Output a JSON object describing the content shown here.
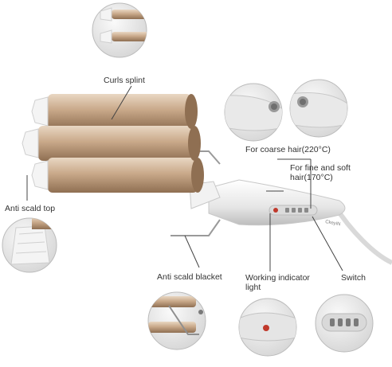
{
  "labels": {
    "curls_splint": "Curls splint",
    "anti_scald_top": "Anti scald top",
    "anti_scald_blacket": "Anti scald blacket",
    "coarse_hair": "For coarse hair(220°C)",
    "fine_hair": "For fine and soft hair(170°C)",
    "working_indicator": "Working indicator light",
    "switch": "Switch"
  },
  "brand_logo_text": "CkeyiN",
  "colors": {
    "barrel": "#c9a98a",
    "barrel_dark": "#9e7c5e",
    "handle": "#ececec",
    "leader_line": "#444444",
    "circle_ring": "#bbbbbb",
    "indicator_light": "#c0392b"
  },
  "icons": [
    "heat-setting-button-icon",
    "indicator-light-icon",
    "switch-icon"
  ]
}
